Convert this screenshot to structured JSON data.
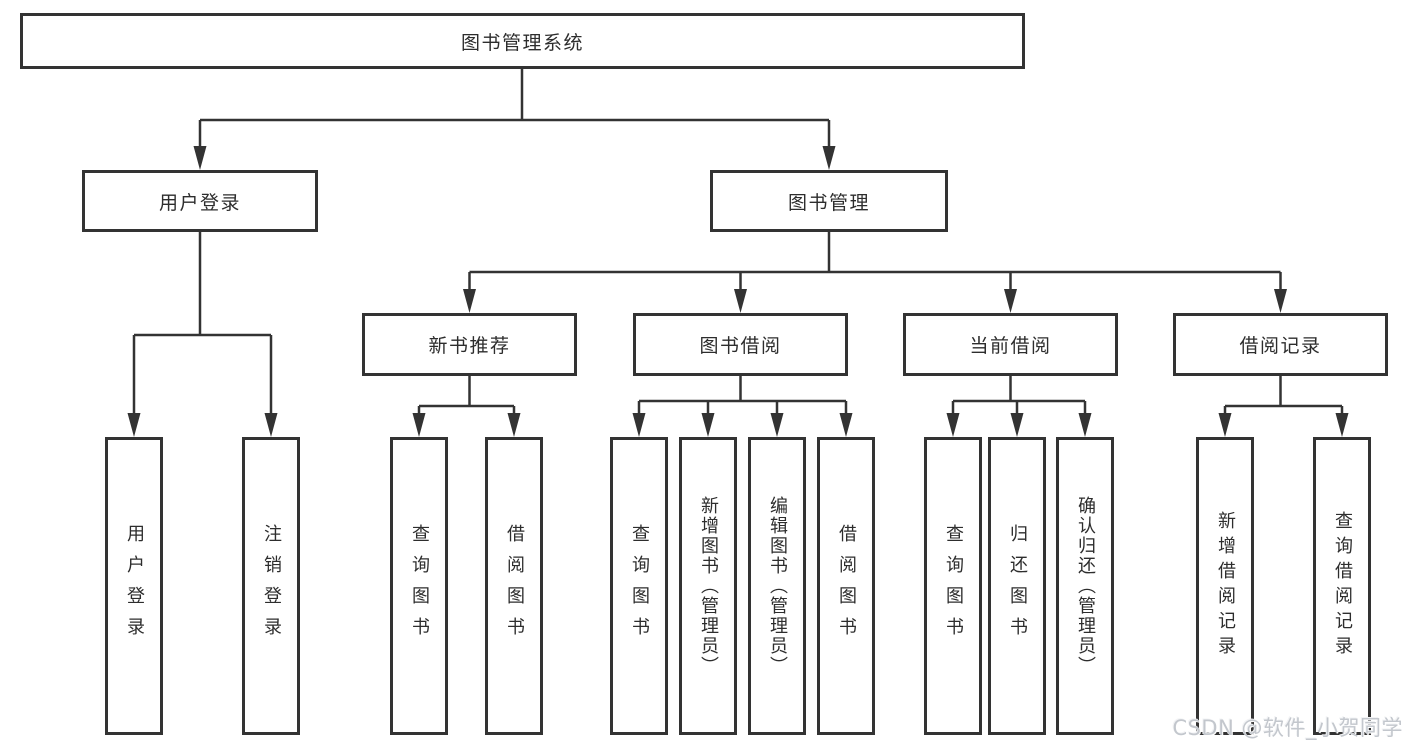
{
  "diagram": {
    "title": "图书管理系统",
    "level1": [
      {
        "label": "用户登录"
      },
      {
        "label": "图书管理"
      }
    ],
    "level2": [
      {
        "label": "新书推荐"
      },
      {
        "label": "图书借阅"
      },
      {
        "label": "当前借阅"
      },
      {
        "label": "借阅记录"
      }
    ],
    "leaves": [
      {
        "label": "用户登录"
      },
      {
        "label": "注销登录"
      },
      {
        "label": "查询图书"
      },
      {
        "label": "借阅图书"
      },
      {
        "label": "查询图书"
      },
      {
        "label": "新增图书（管理员）"
      },
      {
        "label": "编辑图书（管理员）"
      },
      {
        "label": "借阅图书"
      },
      {
        "label": "查询图书"
      },
      {
        "label": "归还图书"
      },
      {
        "label": "确认归还（管理员）"
      },
      {
        "label": "新增借阅记录"
      },
      {
        "label": "查询借阅记录"
      }
    ]
  },
  "watermark": {
    "text": "CSDN @软件_小贺同学"
  },
  "colors": {
    "line": "#333333",
    "box_border": "#333333",
    "text": "#2d2d2d",
    "watermark": "#c3c7cd",
    "background": "#ffffff"
  }
}
